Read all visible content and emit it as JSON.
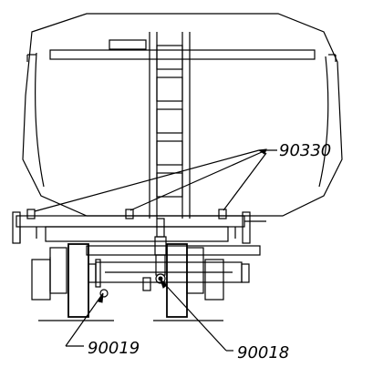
{
  "callouts": {
    "top_right": "90330",
    "bottom_left": "90019",
    "bottom_right": "90018"
  }
}
